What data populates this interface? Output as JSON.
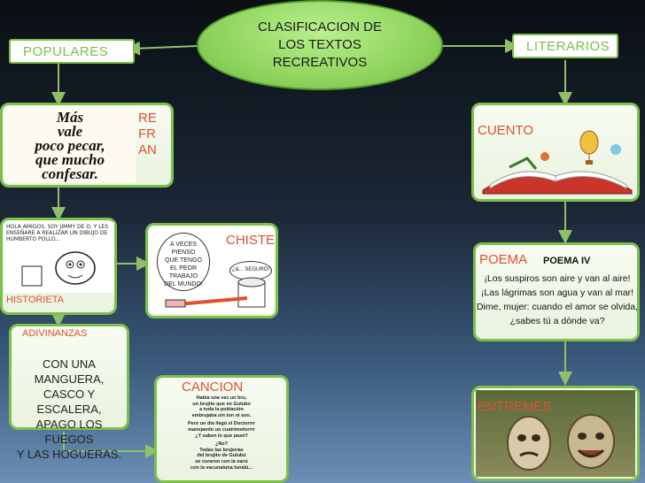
{
  "title": {
    "line1": "CLASIFICACION DE",
    "line2": "LOS TEXTOS",
    "line3": "RECREATIVOS"
  },
  "left_header": "POPULARES",
  "right_header": "LITERARIOS",
  "refran": {
    "tag": [
      "RE",
      "FR",
      "AN"
    ],
    "text": [
      "Más",
      "vale",
      "poco pecar,",
      "que mucho",
      "confesar."
    ]
  },
  "historieta": {
    "tag": "HISTORIETA",
    "speech": "HOLA AMIGOS, SOY JIMMY DE O. Y LES ENSEÑARE A REALIZAR UN DIBUJO DE HUMBERTO POLLO..."
  },
  "chiste": {
    "tag": "CHISTE",
    "bubble1": [
      "A VECES",
      "PIENSO",
      "QUE TENGO",
      "EL PEOR",
      "TRABAJO",
      "DEL MUNDO!"
    ],
    "bubble2": "¿&... SEGURO!"
  },
  "adivinanzas": {
    "tag": "ADIVINANZAS",
    "text": [
      "CON UNA MANGUERA,",
      "CASCO Y ESCALERA,",
      "APAGO LOS FUEGOS",
      "Y LAS HOGUERAS."
    ]
  },
  "cancion": {
    "tag": "CANCION",
    "lines": [
      "Había una vez un bru,",
      "un brujito que en Gulubú",
      "a toda la población",
      "embrujaba sin ton ni son.",
      "",
      "Pero un día llegó el Doctorrrr",
      "manejando un cuatrimotorrrr",
      "¿Y saben lo que pasó?",
      "",
      "¿No?",
      "Todas las brujerías",
      "del brujito de Gulubú",
      "se curaron con la vacú",
      "con la vacunaluna lunalú..."
    ]
  },
  "cuento": {
    "tag": "CUENTO"
  },
  "poema": {
    "tag": "POEMA",
    "title": "POEMA IV",
    "lines": [
      "¡Los suspiros son aire y van al aire!",
      "¡Las lágrimas son agua y van al mar!",
      "Dime, mujer: cuando el amor se olvida,",
      "¿sabes tú a dónde va?"
    ]
  },
  "entremes": {
    "tag": "ENTREMES"
  },
  "colors": {
    "accent": "#7cc04a",
    "tag": "#e05030",
    "oval": "#8fd45e"
  }
}
